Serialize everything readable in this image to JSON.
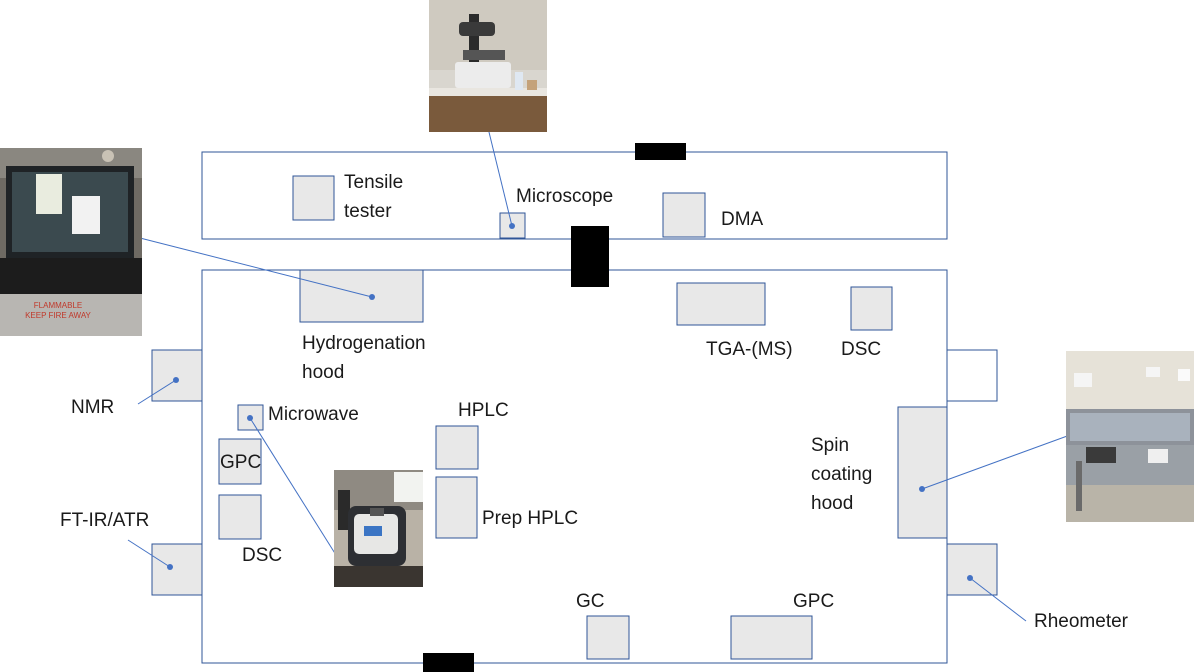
{
  "colors": {
    "wall": "#2f5597",
    "equipment_fill": "#e8e8e8",
    "equipment_stroke": "#2f5597",
    "door": "#000000",
    "leader": "#4472c4",
    "text": "#1a1a1a"
  },
  "labels": {
    "tensile_tester": "Tensile\ntester",
    "microscope": "Microscope",
    "dma": "DMA",
    "hydrogenation_hood": "Hydrogenation\nhood",
    "tga_ms": "TGA-(MS)",
    "dsc_top": "DSC",
    "nmr": "NMR",
    "microwave": "Microwave",
    "hplc": "HPLC",
    "gpc_left": "GPC",
    "prep_hplc": "Prep HPLC",
    "ftir_atr": "FT-IR/ATR",
    "dsc_left": "DSC",
    "spin_coating_hood": "Spin\ncoating\nhood",
    "gc": "GC",
    "gpc_bottom": "GPC",
    "rheometer": "Rheometer"
  },
  "photos": {
    "microscope_photo": "microscope",
    "hood_photo": "fume-hood",
    "microwave_photo": "microwave-reactor",
    "spin_hood_photo": "spin-coating-hood"
  },
  "photo_text": {
    "hood_sign": "FLAMMABLE\nKEEP FIRE AWAY"
  }
}
